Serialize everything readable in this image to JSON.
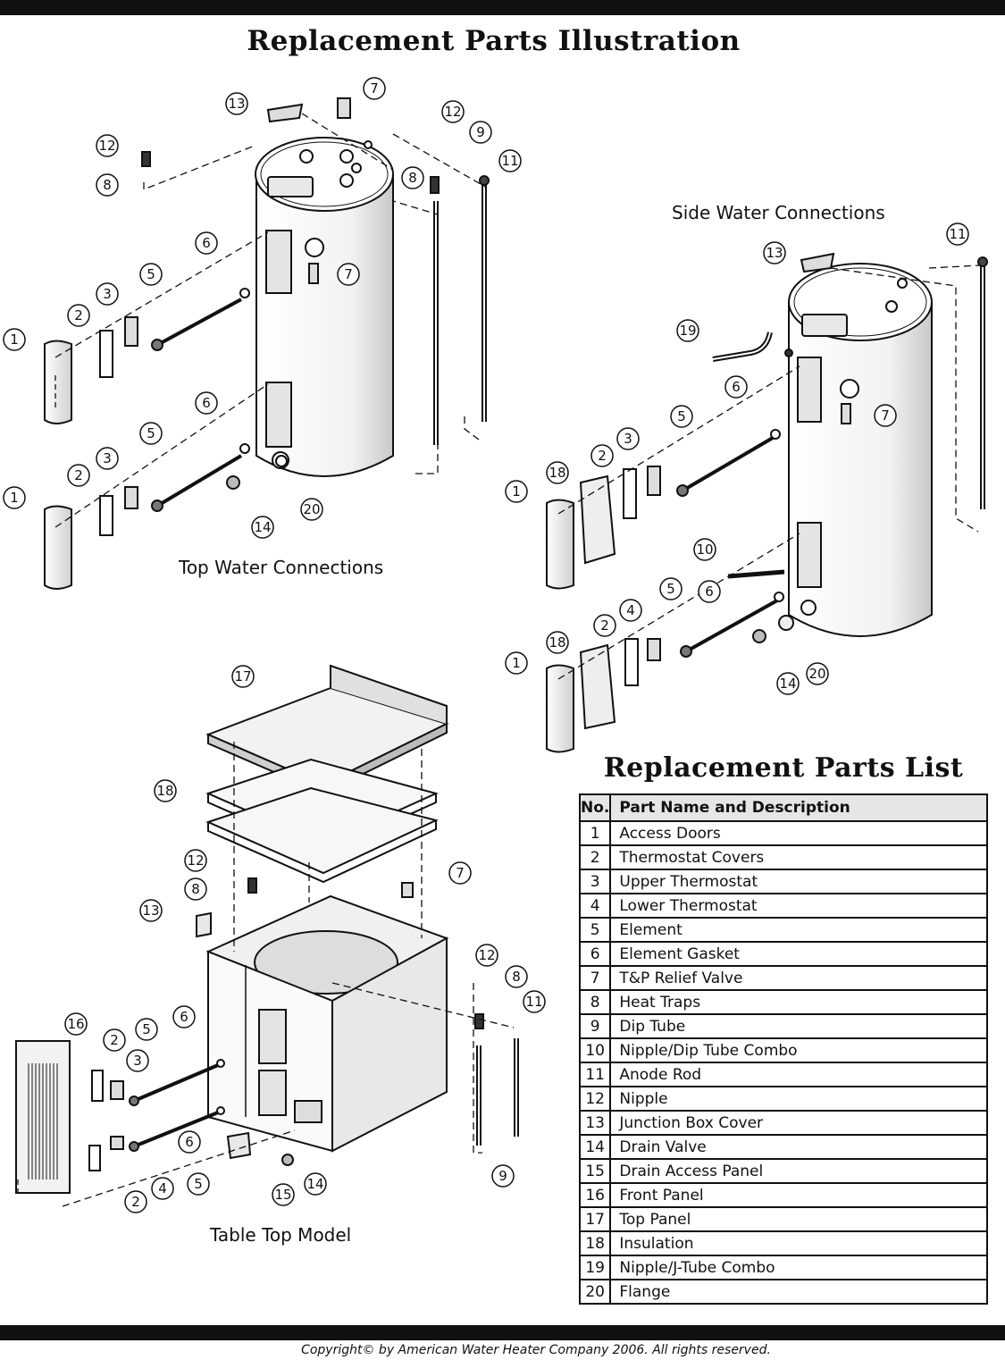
{
  "title": "Replacement Parts Illustration",
  "captions": {
    "top": "Top Water Connections",
    "side": "Side Water Connections",
    "table_top": "Table Top Model"
  },
  "parts_list": {
    "title": "Replacement Parts List",
    "headers": {
      "no": "No.",
      "name": "Part Name and Description"
    },
    "rows": [
      {
        "no": "1",
        "name": "Access Doors"
      },
      {
        "no": "2",
        "name": "Thermostat Covers"
      },
      {
        "no": "3",
        "name": "Upper Thermostat"
      },
      {
        "no": "4",
        "name": "Lower Thermostat"
      },
      {
        "no": "5",
        "name": "Element"
      },
      {
        "no": "6",
        "name": "Element Gasket"
      },
      {
        "no": "7",
        "name": "T&P Relief Valve"
      },
      {
        "no": "8",
        "name": "Heat Traps"
      },
      {
        "no": "9",
        "name": "Dip Tube"
      },
      {
        "no": "10",
        "name": "Nipple/Dip Tube Combo"
      },
      {
        "no": "11",
        "name": "Anode Rod"
      },
      {
        "no": "12",
        "name": "Nipple"
      },
      {
        "no": "13",
        "name": "Junction Box Cover"
      },
      {
        "no": "14",
        "name": "Drain Valve"
      },
      {
        "no": "15",
        "name": "Drain Access Panel"
      },
      {
        "no": "16",
        "name": "Front Panel"
      },
      {
        "no": "17",
        "name": "Top Panel"
      },
      {
        "no": "18",
        "name": "Insulation"
      },
      {
        "no": "19",
        "name": "Nipple/J-Tube Combo"
      },
      {
        "no": "20",
        "name": "Flange"
      }
    ]
  },
  "callouts": {
    "top": [
      "13",
      "7",
      "12",
      "9",
      "11",
      "12",
      "8",
      "8",
      "6",
      "5",
      "7",
      "3",
      "2",
      "1",
      "6",
      "5",
      "3",
      "2",
      "1",
      "20",
      "14"
    ],
    "side": [
      "11",
      "13",
      "19",
      "6",
      "7",
      "5",
      "3",
      "2",
      "18",
      "1",
      "10",
      "5",
      "6",
      "4",
      "2",
      "18",
      "1",
      "14",
      "20"
    ],
    "table_top": [
      "17",
      "18",
      "12",
      "8",
      "13",
      "7",
      "12",
      "8",
      "11",
      "16",
      "6",
      "5",
      "2",
      "3",
      "6",
      "4",
      "5",
      "2",
      "15",
      "14",
      "9"
    ]
  },
  "copyright": "Copyright© by American Water Heater Company 2006.    All rights reserved."
}
